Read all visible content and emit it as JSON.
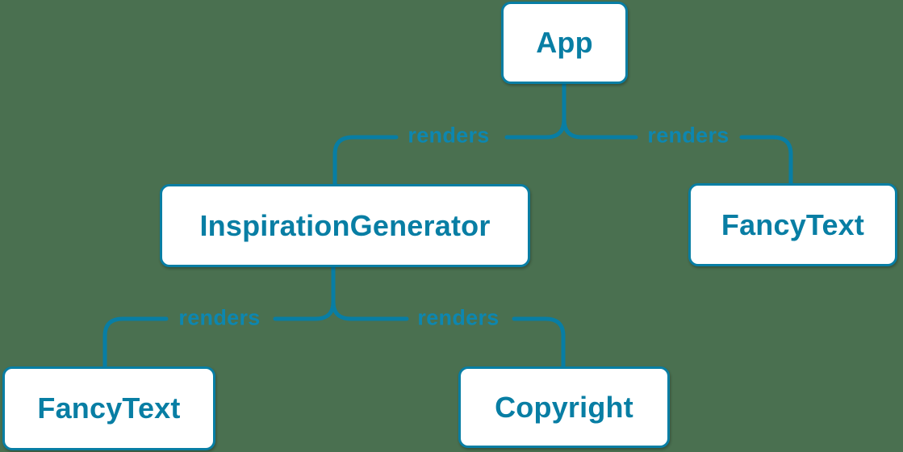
{
  "theme": {
    "line_color": "#087ea4",
    "node_border_color": "#087ea4",
    "node_text_color": "#087ea4",
    "edge_label_color": "#0d87b0",
    "node_background": "#ffffff",
    "canvas_background": "#4a7050"
  },
  "diagram": {
    "type": "component-render-tree",
    "nodes": [
      {
        "id": "app",
        "label": "App"
      },
      {
        "id": "inspiration-generator",
        "label": "InspirationGenerator"
      },
      {
        "id": "fancy-text-top",
        "label": "FancyText"
      },
      {
        "id": "fancy-text-bottom",
        "label": "FancyText"
      },
      {
        "id": "copyright",
        "label": "Copyright"
      }
    ],
    "edges": [
      {
        "from": "App",
        "to": "InspirationGenerator",
        "label": "renders"
      },
      {
        "from": "App",
        "to": "FancyText",
        "label": "renders"
      },
      {
        "from": "InspirationGenerator",
        "to": "FancyText",
        "label": "renders"
      },
      {
        "from": "InspirationGenerator",
        "to": "Copyright",
        "label": "renders"
      }
    ]
  }
}
